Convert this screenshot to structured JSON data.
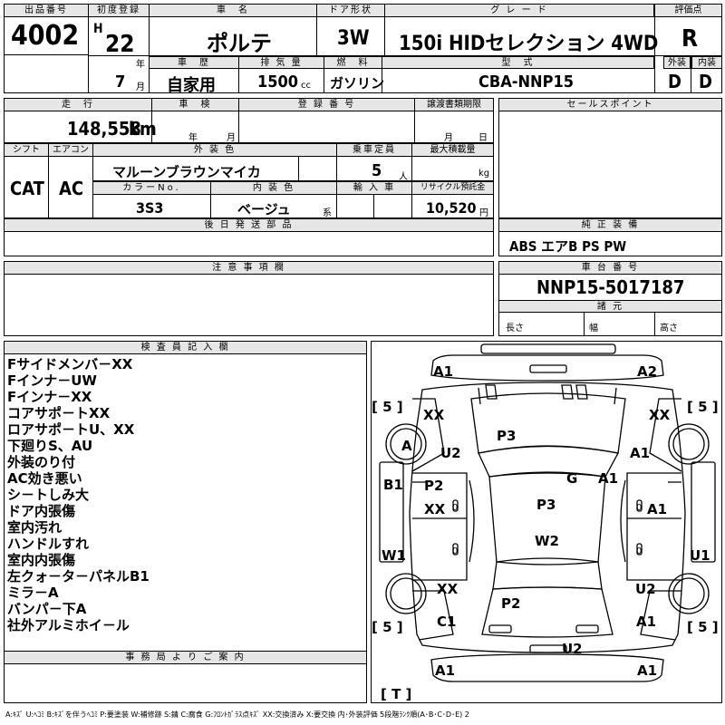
{
  "header": {
    "lot_no_label": "出品番号",
    "lot_no": "4002",
    "first_reg_label": "初度登録",
    "era": "H",
    "year": "22",
    "year_unit": "年",
    "month": "7",
    "month_unit": "月",
    "car_name_label": "車　名",
    "car_name": "ポルテ",
    "door_label": "ドア形状",
    "door": "3W",
    "grade_label": "グ レ ー ド",
    "grade": "150i HIDセレクション 4WD",
    "score_label": "評価点",
    "score": "R",
    "history_label": "車　歴",
    "history": "自家用",
    "displacement_label": "排 気 量",
    "displacement": "1500",
    "displacement_unit": "cc",
    "fuel_label": "燃　料",
    "fuel": "ガソリン",
    "model_label": "型　式",
    "model": "CBA-NNP15",
    "exterior_label": "外装",
    "exterior": "D",
    "interior_label": "内装",
    "interior": "D"
  },
  "info": {
    "mileage_label": "走　行",
    "mileage": "148,558",
    "mileage_unit": "km",
    "inspection_label": "車　検",
    "insp_year_unit": "年",
    "insp_month_unit": "月",
    "reg_no_label": "登 録 番 号",
    "transfer_label": "譲渡書類期限",
    "transfer_month_unit": "月",
    "transfer_day_unit": "日",
    "shift_label": "シフト",
    "shift": "CAT",
    "aircon_label": "エアコン",
    "aircon": "AC",
    "ext_color_label": "外 装 色",
    "ext_color": "マルーンブラウンマイカ",
    "capacity_label": "乗車定員",
    "capacity": "5",
    "capacity_unit": "人",
    "load_label": "最大積載量",
    "load_unit": "kg",
    "color_no_label": "カラーNo.",
    "color_no": "3S3",
    "int_color_label": "内 装 色",
    "int_color": "ベージュ",
    "int_color_suffix": "系",
    "import_label": "輸 入 車",
    "recycle_label": "リサイクル預託金",
    "recycle": "10,520",
    "recycle_unit": "円",
    "later_parts_label": "後 日 発 送 部 品",
    "sales_point_label": "セールスポイント",
    "equipment_label": "純 正 装 備",
    "equipment": "ABS エアB PS PW",
    "notes_label": "注 意 事 項 欄",
    "chassis_label": "車 台 番 号",
    "chassis": "NNP15-5017187",
    "dims_label": "諸 元",
    "length_label": "長さ",
    "width_label": "幅",
    "height_label": "高さ"
  },
  "inspector": {
    "label": "検 査 員 記 入 欄",
    "notes": [
      "Fサイドメンバ－XX",
      "Fインナ－UW",
      "Fインナ－XX",
      "コアサポ－トXX",
      "ロアサポ－トU、XX",
      "下廻りS、AU",
      "外装のり付",
      "AC効き悪い",
      "シ－トしみ大",
      "ドア内張傷",
      "室内汚れ",
      "ハンドルすれ",
      "室内内張傷",
      "左クォ－タ－パネルB1",
      "ミラ－A",
      "バンパ－下A",
      "社外アルミホイ－ル"
    ]
  },
  "office": {
    "label": "事 務 局 よ り ご 案 内"
  },
  "diagram": {
    "tire_marks": [
      "[ 5 ]",
      "[ 5 ]",
      "[ 5 ]",
      "[ 5 ]",
      "[ T ]"
    ],
    "marks": {
      "a1_front_left": "A1",
      "a2_front_right": "A2",
      "xx_fl": "XX",
      "xx_fr": "XX",
      "a_fl_tire": "A",
      "u2_front": "U2",
      "p3_hood": "P3",
      "a1_fender_r": "A1",
      "b1_left": "B1",
      "g_windshield": "G",
      "a1_pillar_r": "A1",
      "p2_door_l": "P2",
      "xx_door_l": "XX",
      "p3_roof": "P3",
      "a1_door_r": "A1",
      "w2_roof": "W2",
      "w1_left": "W1",
      "u1_right": "U1",
      "xx_rear_l": "XX",
      "u2_rear_r": "U2",
      "p2_rear": "P2",
      "c1_quarter": "C1",
      "a1_rear_r": "A1",
      "u2_rear_bumper": "U2",
      "a1_rear_bl": "A1",
      "a1_rear_br": "A1",
      "zero_1": "0",
      "zero_2": "0",
      "zero_3": "0",
      "zero_4": "0"
    }
  },
  "legend": "A:ｷｽﾞ U:ﾍｺﾐ B:ｷｽﾞを伴うﾍｺﾐ P:要塗装 W:補修跡 S:錆 C:腐食 G:ﾌﾛﾝﾄｶﾞﾗｽ点ｷｽﾞ XX:交換済み X:要交換 内･外装評価 5段階ﾗﾝｸ順(A･B･C･D･E) 2"
}
